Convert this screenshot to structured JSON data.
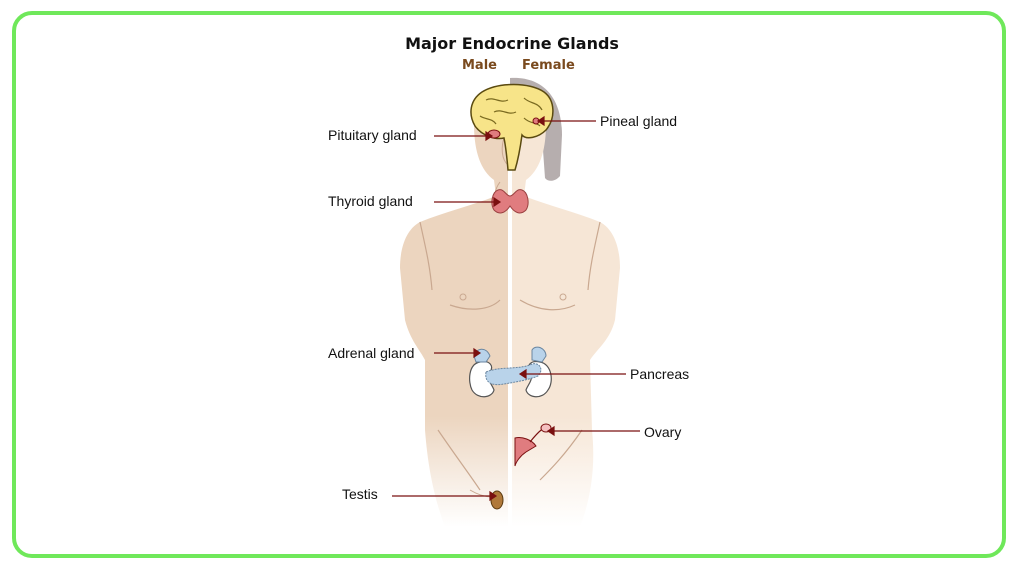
{
  "diagram": {
    "title": "Major Endocrine Glands",
    "subtitle_left": "Male",
    "subtitle_right": "Female"
  },
  "labels": {
    "pituitary": "Pituitary gland",
    "pineal": "Pineal gland",
    "thyroid": "Thyroid gland",
    "adrenal": "Adrenal gland",
    "pancreas": "Pancreas",
    "ovary": "Ovary",
    "testis": "Testis"
  },
  "colors": {
    "frame_border": "#6fe85a",
    "male_skin": "#ecd5bf",
    "female_skin": "#f6e6d6",
    "hair": "#a9a0a0",
    "brain": "#f7e489",
    "thyroid": "#e07c7f",
    "pancreas": "#b9d3ea",
    "leader_line": "#7a1010",
    "subtitle": "#7a4a1e"
  }
}
